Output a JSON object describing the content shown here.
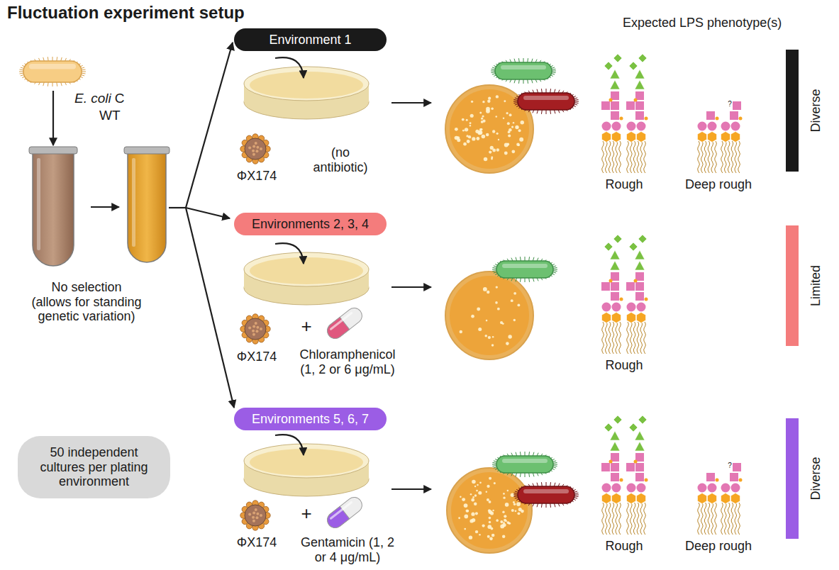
{
  "diagram": {
    "title": "Fluctuation experiment setup",
    "nodes": [
      {
        "text": [
          "Environment 1"
        ]
      },
      {
        "text": [
          "Environments 2, 3, 4"
        ]
      },
      {
        "text": [
          "Environments 5, 6, 7"
        ]
      },
      {
        "text": [
          "50 independent cultures per plating environment"
        ]
      },
      {
        "text": [
          "Diverse"
        ]
      },
      {
        "text": [
          "Limited"
        ]
      },
      {
        "text": [
          "Diverse"
        ]
      }
    ],
    "labels": [
      "E. coli",
      "C",
      "WT",
      "No selection (allows for standing genetic variation)",
      "ΦX174",
      "(no antibiotic)",
      "ΦX174",
      "+",
      "Chloramphenicol (1, 2 or 6 μg/mL)",
      "ΦX174",
      "+",
      "Gentamicin (1, 2 or 4 μg/mL)",
      "Expected LPS phenotype(s)",
      "Rough",
      "Deep rough",
      "?",
      "Rough",
      "Rough",
      "Deep rough",
      "?"
    ]
  }
}
